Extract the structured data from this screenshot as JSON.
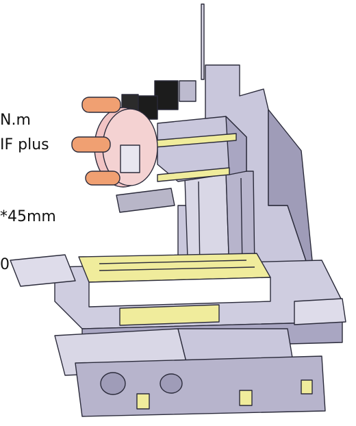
{
  "text_fragments": [
    "N.m",
    "IF plus",
    "*45mm",
    "0"
  ],
  "colors": {
    "frame": "#c9c7dc",
    "frame_shadow": "#9f9cb8",
    "outline": "#2a2a3a",
    "table_yellow": "#f0ec9c",
    "carousel_pink": "#f2c4c4",
    "motor_black": "#1c1c1c",
    "cylinder_orange": "#f0a072"
  },
  "icons": [
    "machine-illustration"
  ]
}
